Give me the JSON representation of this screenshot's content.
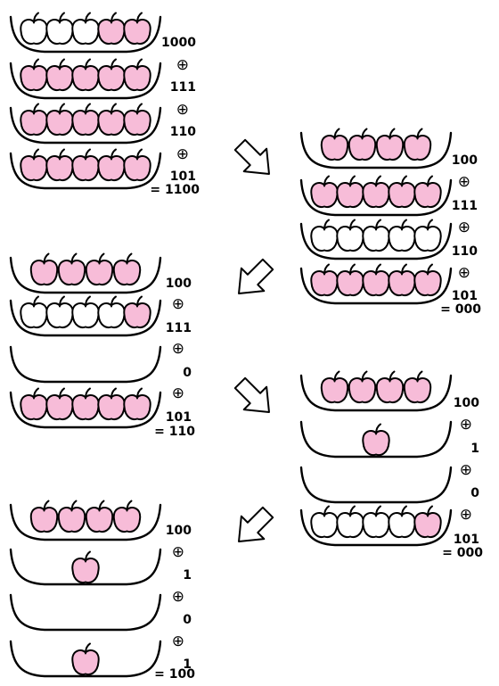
{
  "colors": {
    "apple_pink": "#f7bcd8",
    "apple_white": "#ffffff",
    "ink": "#000000"
  },
  "xor_symbol": "⊕",
  "steps": [
    {
      "label": "step-1",
      "rows": [
        {
          "value": "1000",
          "apples": [
            "white",
            "white",
            "white",
            "pink",
            "pink"
          ]
        },
        {
          "value": "111",
          "apples": [
            "pink",
            "pink",
            "pink",
            "pink",
            "pink"
          ]
        },
        {
          "value": "110",
          "apples": [
            "pink",
            "pink",
            "pink",
            "pink",
            "pink"
          ]
        },
        {
          "value": "101",
          "apples": [
            "pink",
            "pink",
            "pink",
            "pink",
            "pink"
          ]
        }
      ],
      "result": "= 1100"
    },
    {
      "label": "step-2",
      "rows": [
        {
          "value": "100",
          "apples": [
            "pink",
            "pink",
            "pink",
            "pink"
          ]
        },
        {
          "value": "111",
          "apples": [
            "pink",
            "pink",
            "pink",
            "pink",
            "pink"
          ]
        },
        {
          "value": "110",
          "apples": [
            "white",
            "white",
            "white",
            "white",
            "white"
          ]
        },
        {
          "value": "101",
          "apples": [
            "pink",
            "pink",
            "pink",
            "pink",
            "pink"
          ]
        }
      ],
      "result": "= 000"
    },
    {
      "label": "step-3",
      "rows": [
        {
          "value": "100",
          "apples": [
            "pink",
            "pink",
            "pink",
            "pink"
          ]
        },
        {
          "value": "111",
          "apples": [
            "white",
            "white",
            "white",
            "white",
            "pink"
          ]
        },
        {
          "value": "0",
          "apples": []
        },
        {
          "value": "101",
          "apples": [
            "pink",
            "pink",
            "pink",
            "pink",
            "pink"
          ]
        }
      ],
      "result": "= 110"
    },
    {
      "label": "step-4",
      "rows": [
        {
          "value": "100",
          "apples": [
            "pink",
            "pink",
            "pink",
            "pink"
          ]
        },
        {
          "value": "1",
          "apples": [
            "pink"
          ]
        },
        {
          "value": "0",
          "apples": []
        },
        {
          "value": "101",
          "apples": [
            "white",
            "white",
            "white",
            "white",
            "pink"
          ]
        }
      ],
      "result": "= 000"
    },
    {
      "label": "step-5",
      "rows": [
        {
          "value": "100",
          "apples": [
            "pink",
            "pink",
            "pink",
            "pink"
          ]
        },
        {
          "value": "1",
          "apples": [
            "pink"
          ]
        },
        {
          "value": "0",
          "apples": []
        },
        {
          "value": "1",
          "apples": [
            "pink"
          ]
        }
      ],
      "result": "= 100"
    }
  ]
}
